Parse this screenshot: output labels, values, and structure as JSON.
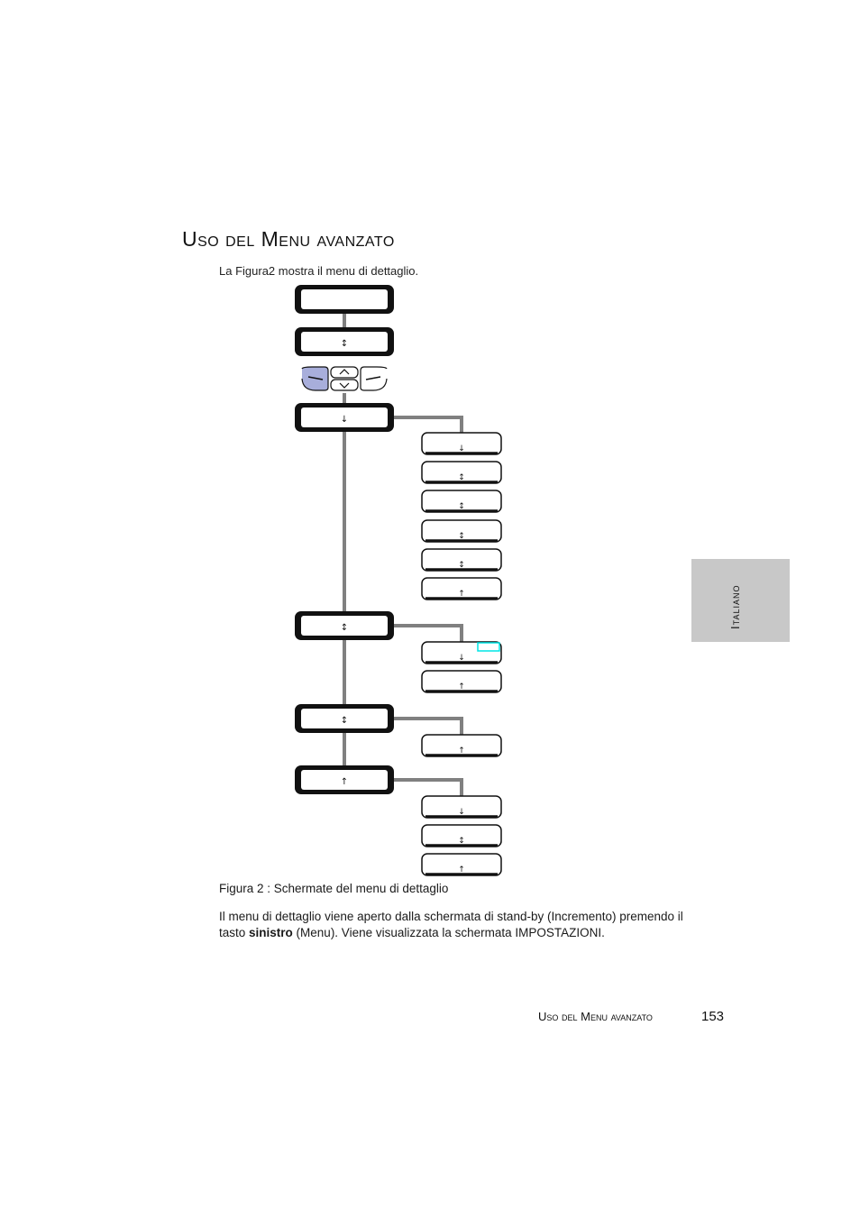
{
  "page": {
    "heading": "Uso del Menu avanzato",
    "intro": "La Figura2 mostra il menu di dettaglio.",
    "caption": "Figura 2 : Schermate del menu di dettaglio",
    "body": {
      "part1": "Il menu di dettaglio viene aperto dalla schermata di stand-by (Incremento) premendo il tasto ",
      "bold": "sinistro",
      "part2": " (Menu). Viene visualizzata la schermata IMPOSTAZIONI."
    },
    "side_tab": "Italiano",
    "footer_title": "Uso del Menu avanzato",
    "page_number": "153"
  },
  "diagram": {
    "main_screens": [
      {
        "id": "screen-1",
        "arrow": ""
      },
      {
        "id": "screen-2",
        "arrow": "↕"
      },
      {
        "id": "screen-3",
        "arrow": "↓"
      },
      {
        "id": "screen-4",
        "arrow": "↕"
      },
      {
        "id": "screen-5",
        "arrow": "↕"
      },
      {
        "id": "screen-6",
        "arrow": "↑"
      }
    ],
    "sub_groups": [
      {
        "parent": "screen-3",
        "items": [
          "↓",
          "↕",
          "↕",
          "↕",
          "↕",
          "↑"
        ]
      },
      {
        "parent": "screen-4",
        "items": [
          "↓",
          "↑"
        ]
      },
      {
        "parent": "screen-5",
        "items": [
          "↑"
        ]
      },
      {
        "parent": "screen-6",
        "items": [
          "↓",
          "↕",
          "↑"
        ]
      }
    ],
    "keypad": {
      "left_key": "left-menu-key",
      "up_key": "up-arrow-key",
      "down_key": "down-arrow-key",
      "right_key": "right-key",
      "left_key_color": "#a8aedb"
    },
    "colors": {
      "line": "#808080",
      "frame": "#111111",
      "highlight": "#00e5e5"
    }
  }
}
